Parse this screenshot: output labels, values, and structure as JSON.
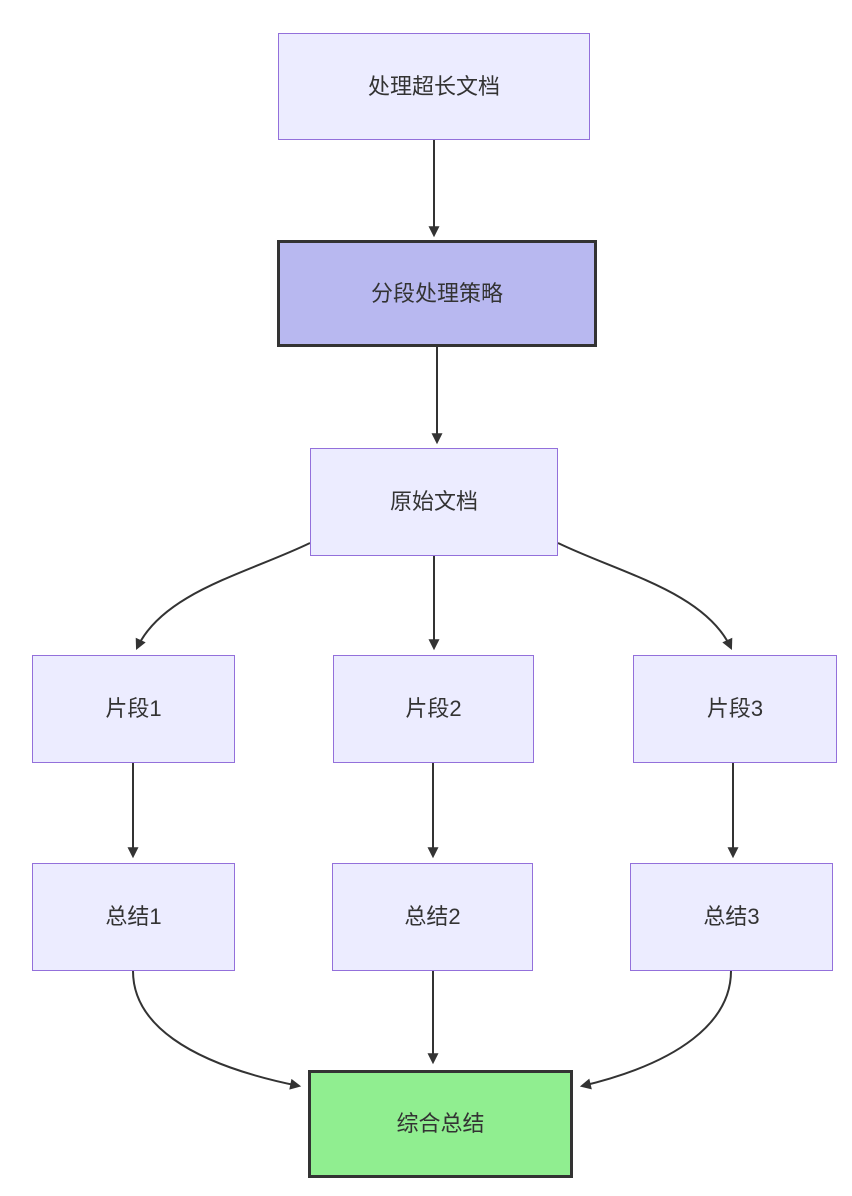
{
  "diagram": {
    "type": "flowchart",
    "direction": "top-down",
    "nodes": [
      {
        "id": "process",
        "label": "处理超长文档",
        "style": "default"
      },
      {
        "id": "strategy",
        "label": "分段处理策略",
        "style": "highlight"
      },
      {
        "id": "original",
        "label": "原始文档",
        "style": "default"
      },
      {
        "id": "fragment1",
        "label": "片段1",
        "style": "default"
      },
      {
        "id": "fragment2",
        "label": "片段2",
        "style": "default"
      },
      {
        "id": "fragment3",
        "label": "片段3",
        "style": "default"
      },
      {
        "id": "summary1",
        "label": "总结1",
        "style": "default"
      },
      {
        "id": "summary2",
        "label": "总结2",
        "style": "default"
      },
      {
        "id": "summary3",
        "label": "总结3",
        "style": "default"
      },
      {
        "id": "final",
        "label": "综合总结",
        "style": "success"
      }
    ],
    "edges": [
      {
        "from": "process",
        "to": "strategy"
      },
      {
        "from": "strategy",
        "to": "original"
      },
      {
        "from": "original",
        "to": "fragment1"
      },
      {
        "from": "original",
        "to": "fragment2"
      },
      {
        "from": "original",
        "to": "fragment3"
      },
      {
        "from": "fragment1",
        "to": "summary1"
      },
      {
        "from": "fragment2",
        "to": "summary2"
      },
      {
        "from": "fragment3",
        "to": "summary3"
      },
      {
        "from": "summary1",
        "to": "final"
      },
      {
        "from": "summary2",
        "to": "final"
      },
      {
        "from": "summary3",
        "to": "final"
      }
    ],
    "colors": {
      "node_fill": "#ECECFF",
      "node_border": "#9370DB",
      "highlight_fill": "#B8B8F0",
      "highlight_border": "#333333",
      "success_fill": "#90EE90",
      "success_border": "#333333",
      "edge": "#333333",
      "text": "#333333",
      "background": "#FFFFFF"
    }
  }
}
